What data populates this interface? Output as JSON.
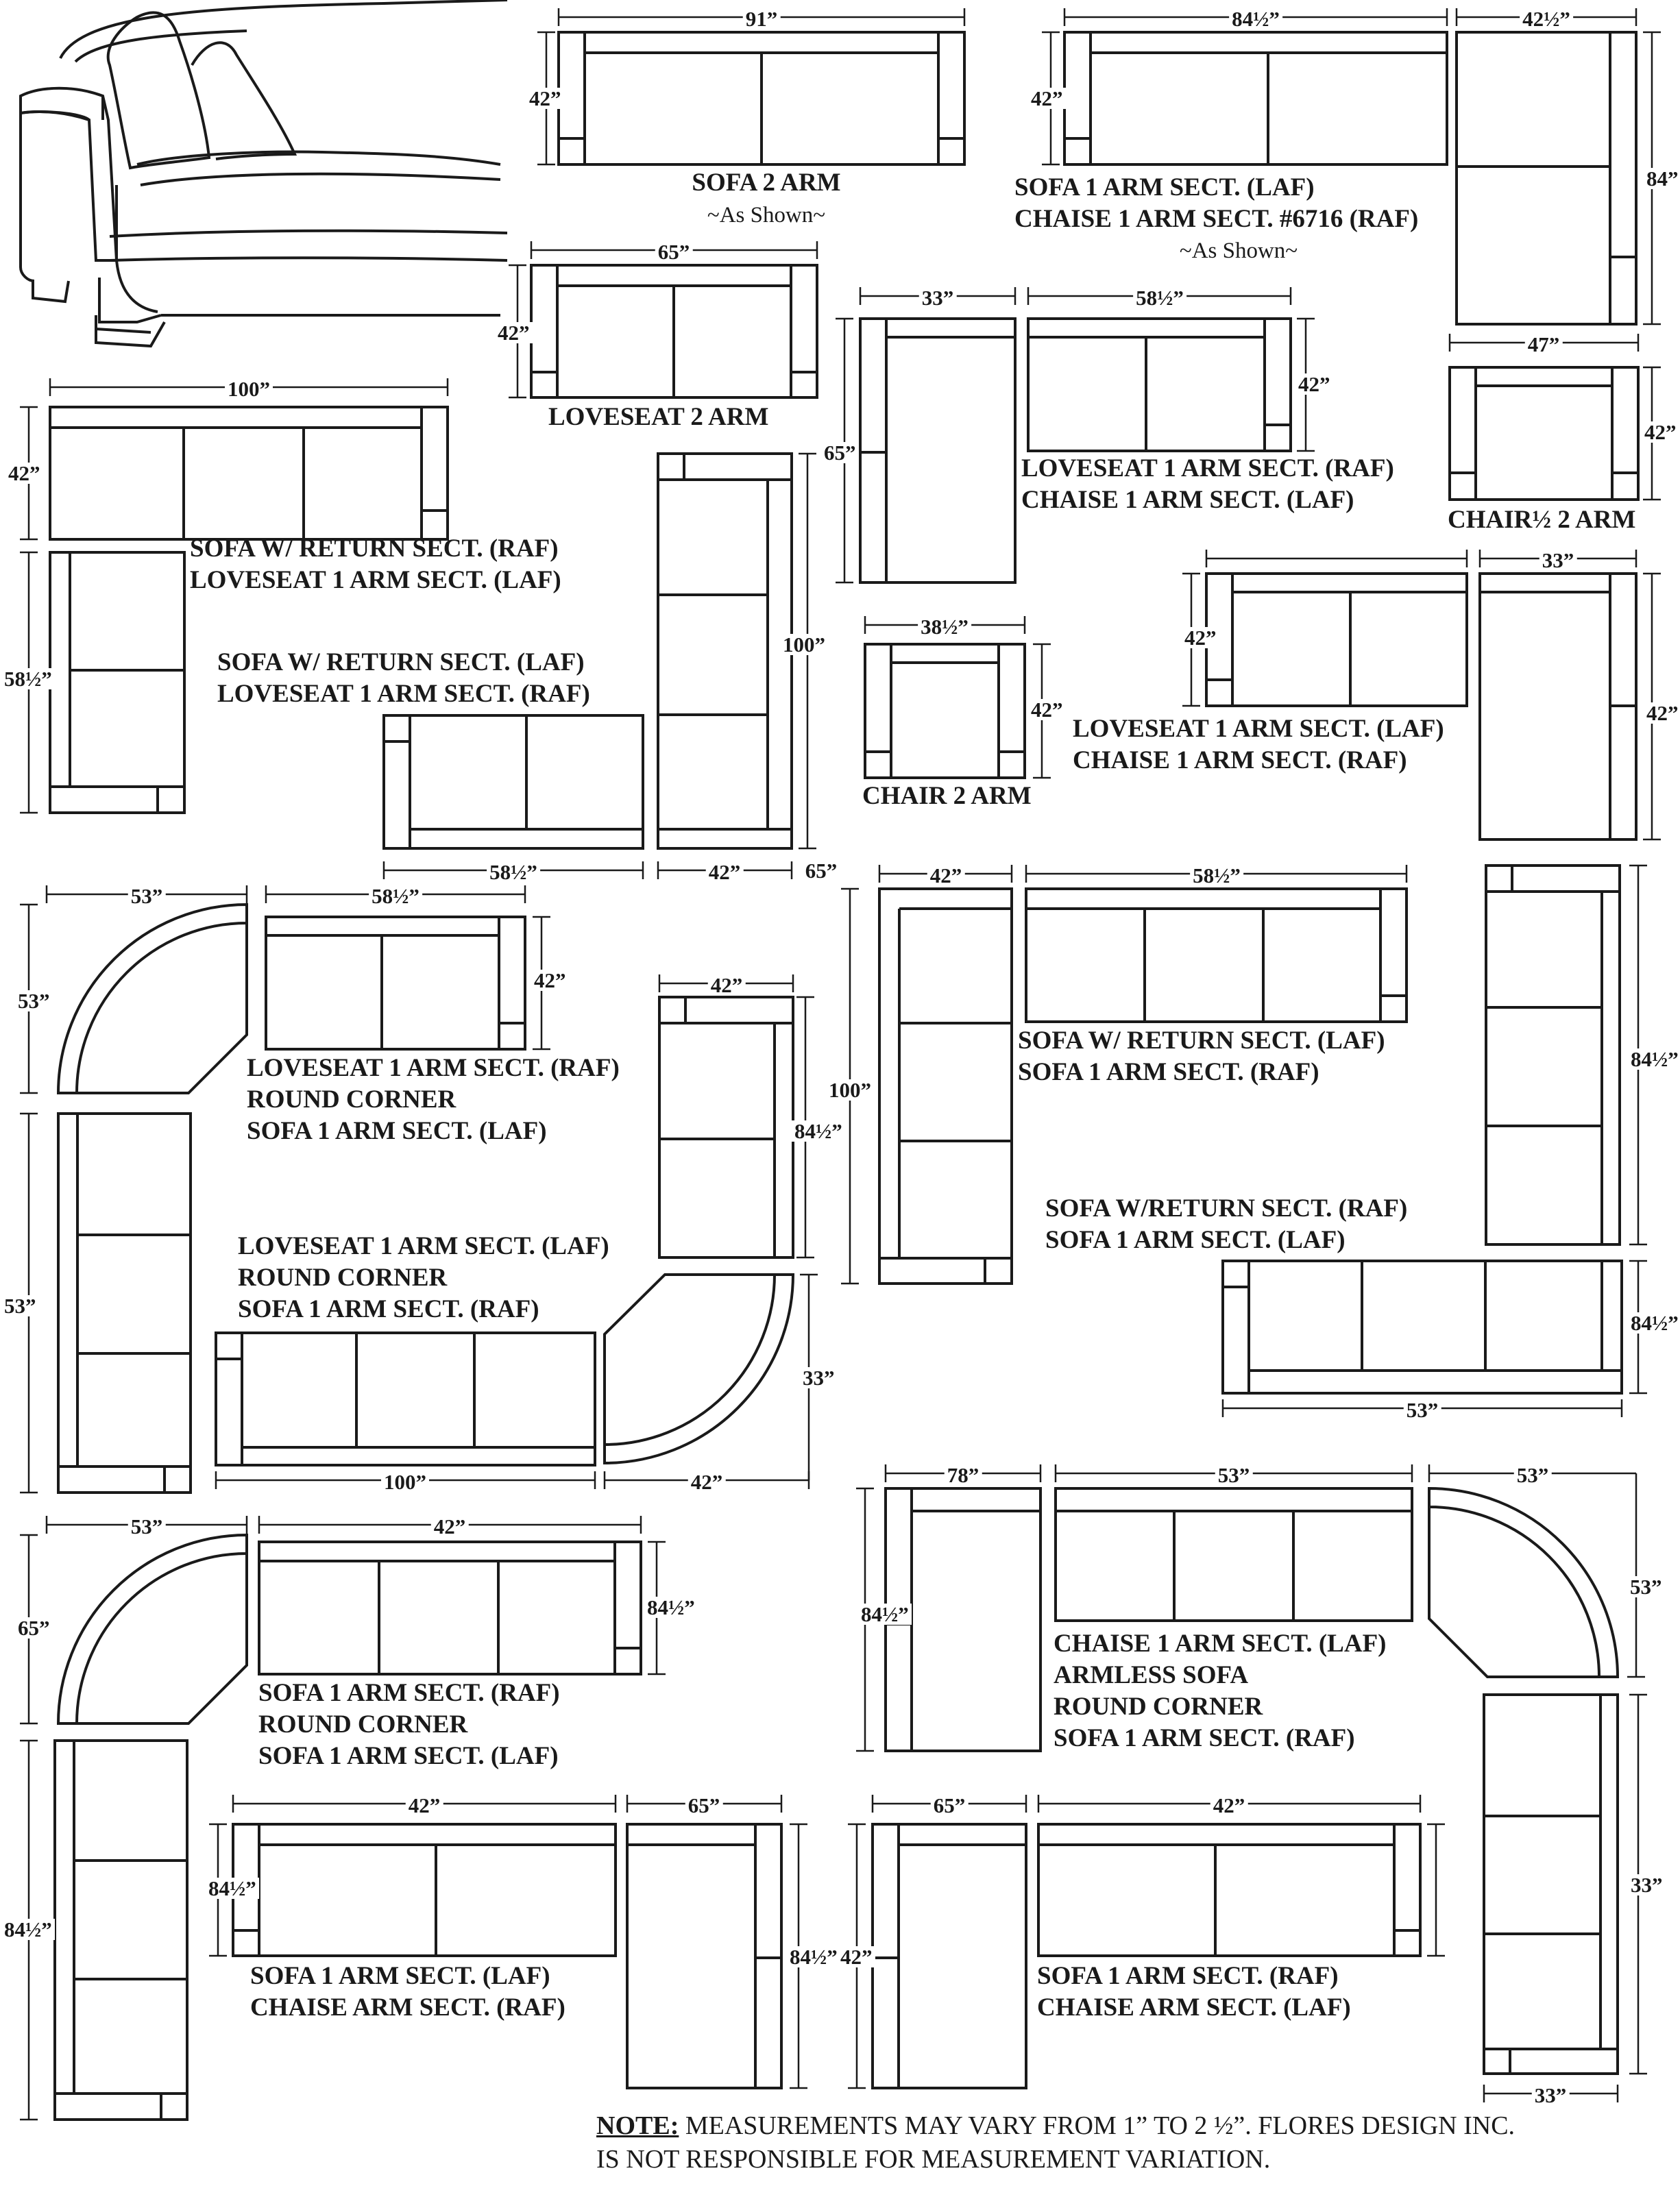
{
  "diagram": {
    "blocks": [
      {
        "name": "sofa-2-arm",
        "lines": [
          "SOFA 2 ARM"
        ],
        "sub": "~As Shown~"
      },
      {
        "name": "sofa-1-arm-chaise-6716",
        "lines": [
          "SOFA 1 ARM SECT. (LAF)",
          "CHAISE 1 ARM SECT. #6716 (RAF)"
        ],
        "sub": "~As Shown~"
      },
      {
        "name": "loveseat-2-arm",
        "lines": [
          "LOVESEAT  2 ARM"
        ]
      },
      {
        "name": "loveseat-raf-chaise-laf",
        "lines": [
          "LOVESEAT 1 ARM SECT. (RAF)",
          "CHAISE 1 ARM SECT. (LAF)"
        ]
      },
      {
        "name": "chair-half-2-arm",
        "lines": [
          "CHAIR½ 2 ARM"
        ]
      },
      {
        "name": "sofa-return-raf-loveseat-laf",
        "lines": [
          "SOFA W/ RETURN SECT. (RAF)",
          "LOVESEAT  1 ARM SECT. (LAF)"
        ]
      },
      {
        "name": "sofa-return-laf-loveseat-raf",
        "lines": [
          "SOFA  W/ RETURN SECT. (LAF)",
          "LOVESEAT 1 ARM SECT. (RAF)"
        ]
      },
      {
        "name": "chair-2-arm",
        "lines": [
          "CHAIR 2 ARM"
        ]
      },
      {
        "name": "loveseat-laf-chaise-raf",
        "lines": [
          "LOVESEAT 1 ARM SECT. (LAF)",
          "CHAISE 1 ARM SECT. (RAF)"
        ]
      },
      {
        "name": "loveseat-raf-corner-sofa-laf",
        "lines": [
          "LOVESEAT 1 ARM SECT. (RAF)",
          "ROUND CORNER",
          "SOFA 1 ARM SECT. (LAF)"
        ]
      },
      {
        "name": "sofa-return-laf-sofa-raf",
        "lines": [
          "SOFA W/ RETURN SECT. (LAF)",
          "SOFA 1 ARM SECT. (RAF)"
        ]
      },
      {
        "name": "sofa-return-raf-sofa-laf",
        "lines": [
          "SOFA W/RETURN SECT. (RAF)",
          "SOFA 1 ARM SECT. (LAF)"
        ]
      },
      {
        "name": "loveseat-laf-corner-sofa-raf",
        "lines": [
          "LOVESEAT 1 ARM SECT. (LAF)",
          "ROUND CORNER",
          "SOFA 1 ARM SECT. (RAF)"
        ]
      },
      {
        "name": "sofa-raf-corner-sofa-laf",
        "lines": [
          "SOFA 1 ARM SECT. (RAF)",
          "ROUND CORNER",
          " SOFA 1 ARM SECT. (LAF)"
        ]
      },
      {
        "name": "chaise-laf-armless-corner-sofa-raf",
        "lines": [
          "CHAISE 1 ARM SECT. (LAF)",
          "ARMLESS SOFA",
          "ROUND CORNER",
          "SOFA 1 ARM SECT. (RAF)"
        ]
      },
      {
        "name": "sofa-laf-chaise-raf",
        "lines": [
          "SOFA 1 ARM SECT. (LAF)",
          "CHAISE ARM SECT. (RAF)"
        ]
      },
      {
        "name": "sofa-raf-chaise-laf",
        "lines": [
          "SOFA 1 ARM SECT. (RAF)",
          "CHAISE ARM SECT. (LAF)"
        ]
      }
    ],
    "dims": [
      "91”",
      "42”",
      "84½”",
      "42½”",
      "42”",
      "84”",
      "65”",
      "42”",
      "33”",
      "58½”",
      "65”",
      "42”",
      "47”",
      "42”",
      "100”",
      "42”",
      "100”",
      "58½”",
      "33”",
      "42”",
      "38½”",
      "42”",
      "42”",
      "65”",
      "58½”",
      "42”",
      "53”",
      "58½”",
      "53”",
      "42”",
      "42”",
      "84½”",
      "100”",
      "42”",
      "58½”",
      "84½”",
      "84½”",
      "53”",
      "53”",
      "100”",
      "42”",
      "33”",
      "78”",
      "53”",
      "53”",
      "53”",
      "84½”",
      "53”",
      "42”",
      "65”",
      "84½”",
      "33”",
      "33”",
      "84½”",
      "42”",
      "65”",
      "65”",
      "42”",
      "84½”",
      "84½”",
      "42”"
    ],
    "note_label": "NOTE:",
    "note_line1": " MEASUREMENTS MAY VARY FROM 1” TO 2 ½”. FLORES DESIGN INC.",
    "note_line2": "IS NOT RESPONSIBLE FOR MEASUREMENT VARIATION."
  }
}
